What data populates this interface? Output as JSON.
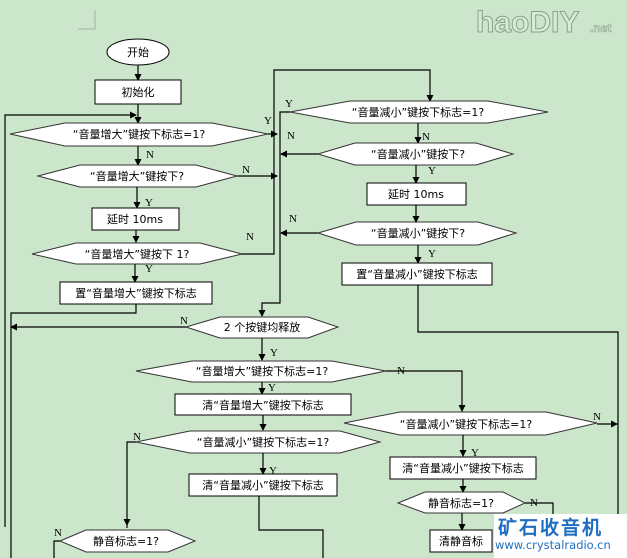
{
  "watermark_top": {
    "main": "haoDIY",
    "suffix": ".net"
  },
  "watermark_bottom": {
    "title": "矿石收音机",
    "url": "www.crystalradio.cn"
  },
  "nodes": {
    "start": "开始",
    "init": "初始化",
    "up_flag_check": "“音量增大”键按下标志=1?",
    "up_pressed": "“音量增大”键按下?",
    "up_delay": "延时 10ms",
    "up_pressed_again": "“音量增大”键按下 1?",
    "up_set_flag": "置“音量增大”键按下标志",
    "down_flag_check": "“音量减小”键按下标志=1?",
    "down_pressed": "“音量减小”键按下?",
    "down_delay": "延时 10ms",
    "down_pressed_again": "“音量减小”键按下?",
    "down_set_flag": "置“音量减小”键按下标志",
    "both_released": "2 个按键均释放",
    "up_flag_check2": "“音量增大”键按下标志=1?",
    "up_clear_flag": "清“音量增大”键按下标志",
    "down_flag_check2_left": "“音量减小”键按下标志=1?",
    "down_clear_flag_left": "清“音量减小”键按下标志",
    "down_flag_check2_right": "“音量减小”键按下标志=1?",
    "down_clear_flag_right": "清“音量减小”键按下标志",
    "mute_check_right": "静音标志=1?",
    "mute_clear": "清静音标",
    "mute_check_left": "静音标志=1?"
  },
  "branch_labels": {
    "yes": "Y",
    "no": "N"
  }
}
